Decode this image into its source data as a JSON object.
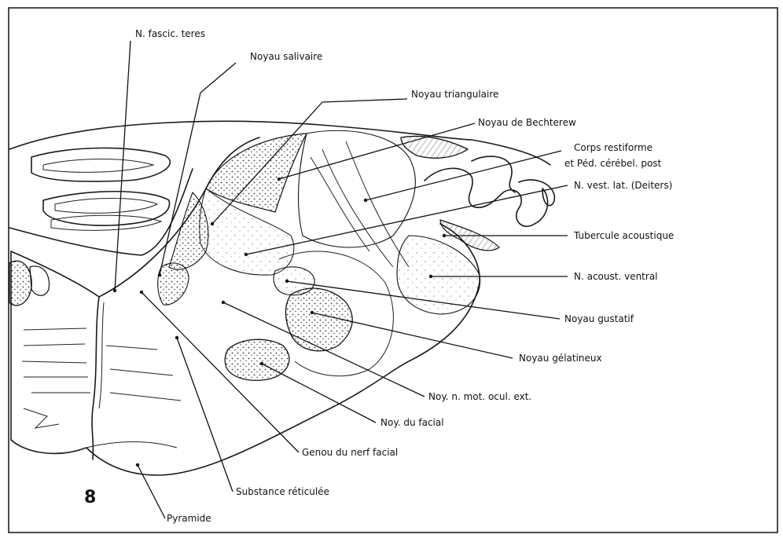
{
  "figure_number": "8",
  "labels": {
    "fascic_teres": "N. fascic. teres",
    "salivaire": "Noyau salivaire",
    "triangulaire": "Noyau triangulaire",
    "bechterew": "Noyau de Bechterew",
    "restiforme_1": "Corps restiforme",
    "restiforme_2": "et Péd. cérébel. post",
    "deiters": "N. vest. lat. (Deiters)",
    "tubercule": "Tubercule acoustique",
    "acoust_ventral": "N. acoust. ventral",
    "gustatif": "Noyau gustatif",
    "gelatineux": "Noyau gélatineux",
    "mot_ocul": "Noy. n. mot. ocul. ext.",
    "facial": "Noy. du facial",
    "genou": "Genou du nerf facial",
    "reticulee": "Substance réticulée",
    "pyramide": "Pyramide"
  },
  "colors": {
    "ink": "#1a1a1a",
    "paper": "#ffffff",
    "stipple": "#333333"
  }
}
